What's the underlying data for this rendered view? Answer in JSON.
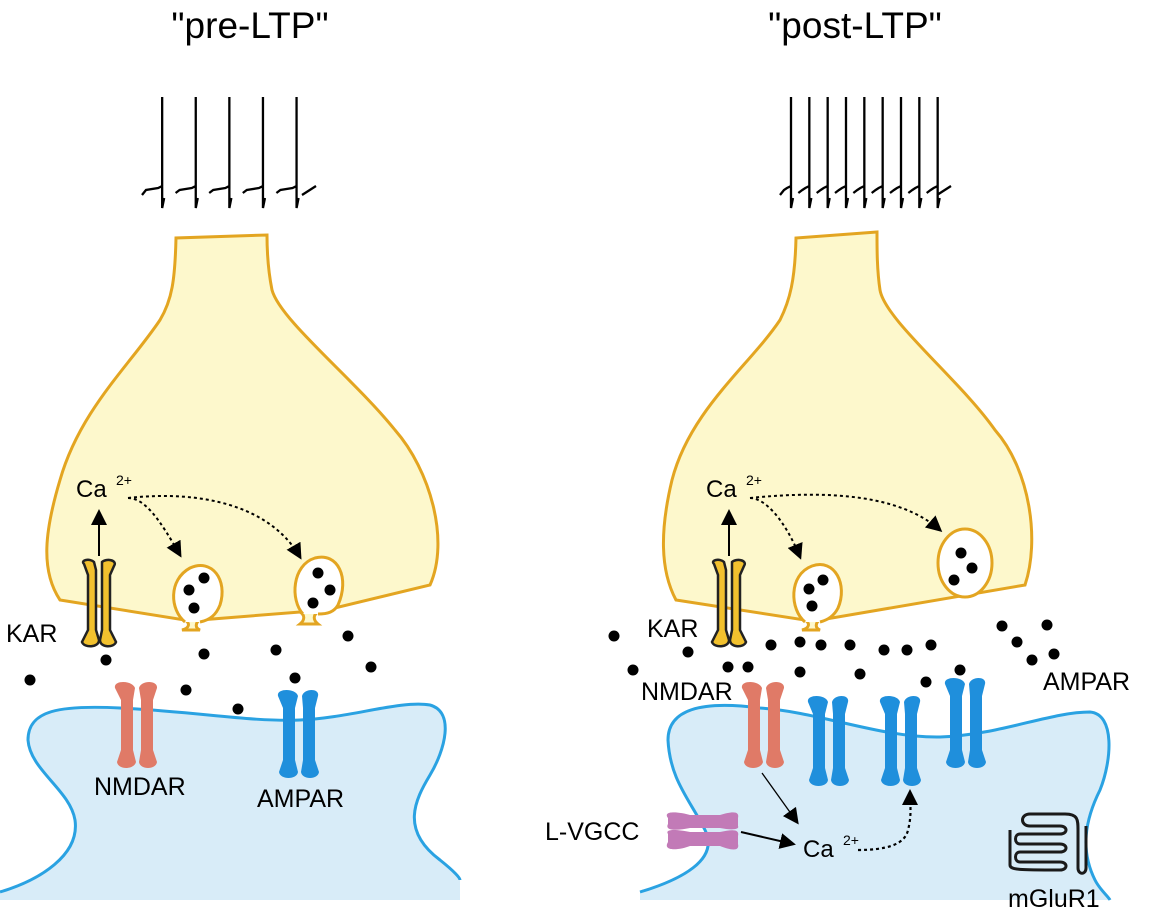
{
  "panels": [
    {
      "id": "pre",
      "title": "\"pre-LTP\"",
      "spike_count": 5,
      "labels": {
        "kar": "KAR",
        "nmdar": "NMDAR",
        "ampar": "AMPAR"
      },
      "calcium": {
        "base": "Ca",
        "charge": "2+"
      }
    },
    {
      "id": "post",
      "title": "\"post-LTP\"",
      "spike_count": 9,
      "labels": {
        "kar": "KAR",
        "nmdar": "NMDAR",
        "ampar": "AMPAR",
        "lvgcc": "L-VGCC",
        "mglur1": "mGluR1"
      },
      "calcium_pre": {
        "base": "Ca",
        "charge": "2+"
      },
      "calcium_post": {
        "base": "Ca",
        "charge": "2+"
      }
    }
  ],
  "colors": {
    "presynaptic_fill": "#fdf8cc",
    "presynaptic_outline": "#e3a521",
    "postsynaptic_fill": "#d8ecf8",
    "postsynaptic_outline": "#2aa2e2",
    "kar": "#f2c12e",
    "nmdar": "#e07a67",
    "ampar": "#1f8fdc",
    "lvgcc": "#c27ab7",
    "mglur1": "#1a1a1a"
  }
}
